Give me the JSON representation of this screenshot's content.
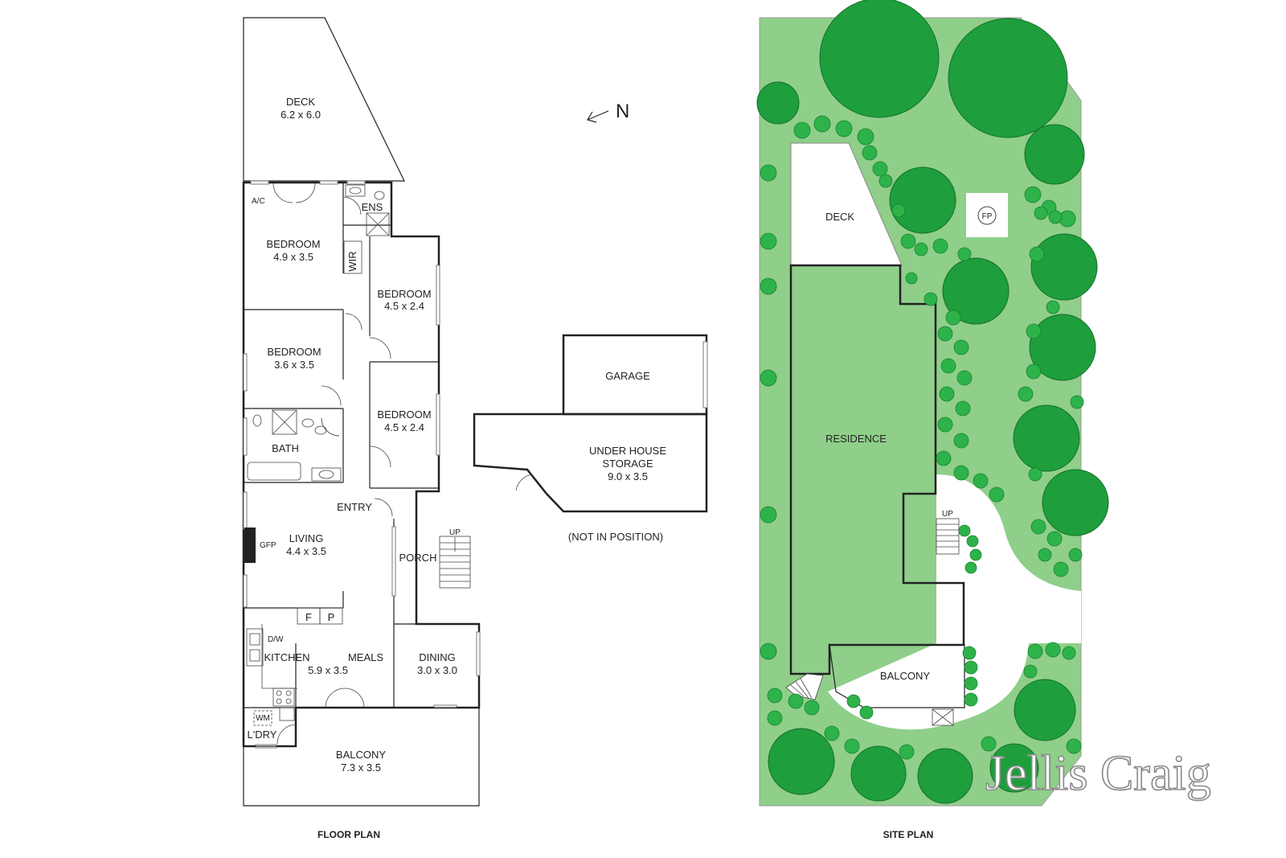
{
  "compass": {
    "label": "N"
  },
  "floor_plan": {
    "caption": "FLOOR PLAN",
    "rooms": {
      "deck": {
        "name": "DECK",
        "dims": "6.2 x 6.0"
      },
      "master": {
        "name": "BEDROOM",
        "dims": "4.9 x 3.5"
      },
      "bed2": {
        "name": "BEDROOM",
        "dims": "4.5 x 2.4"
      },
      "bed3": {
        "name": "BEDROOM",
        "dims": "3.6 x 3.5"
      },
      "bed4": {
        "name": "BEDROOM",
        "dims": "4.5 x 2.4"
      },
      "bath": {
        "name": "BATH"
      },
      "entry": {
        "name": "ENTRY"
      },
      "living": {
        "name": "LIVING",
        "dims": "4.4 x 3.5"
      },
      "porch": {
        "name": "PORCH"
      },
      "kitchen": {
        "name": "KITCHEN"
      },
      "meals": {
        "name": "MEALS"
      },
      "kitchen_meals_dims": "5.9 x 3.5",
      "dining": {
        "name": "DINING",
        "dims": "3.0 x 3.0"
      },
      "laundry": {
        "name": "L'DRY"
      },
      "balcony": {
        "name": "BALCONY",
        "dims": "7.3 x 3.5"
      }
    },
    "labels": {
      "ac": "A/C",
      "ens": "ENS",
      "wir": "WIR",
      "gfp": "GFP",
      "fridge": "F",
      "pantry": "P",
      "dw": "D/W",
      "wm": "WM",
      "up": "UP"
    }
  },
  "garage_plan": {
    "garage": {
      "name": "GARAGE"
    },
    "storage": {
      "line1": "UNDER HOUSE",
      "line2": "STORAGE",
      "dims": "9.0 x 3.5"
    },
    "note": "(NOT IN POSITION)"
  },
  "site_plan": {
    "caption": "SITE PLAN",
    "deck": "DECK",
    "residence": "RESIDENCE",
    "balcony": "BALCONY",
    "fp": "FP",
    "up": "UP"
  },
  "brand": {
    "logo_text": "Jellis Craig"
  },
  "colors": {
    "lawn": "#8fcf8a",
    "tree": "#1e9e3c",
    "shrub": "#2db34a",
    "wall": "#222222"
  }
}
